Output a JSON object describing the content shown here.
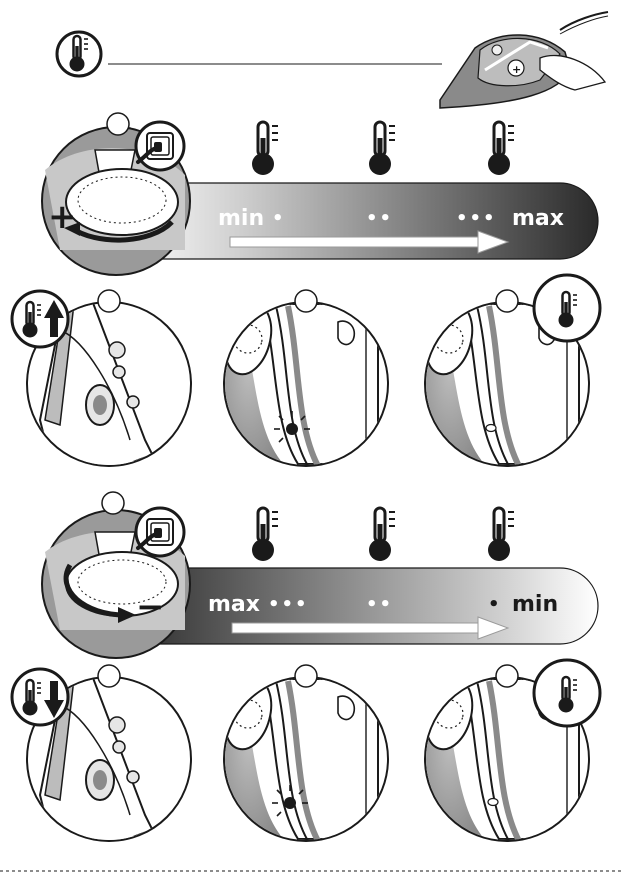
{
  "increase_panel": {
    "label_left": "min",
    "label_right": "max",
    "levels": [
      "•",
      "••",
      "•••"
    ],
    "dial_symbol": "+",
    "gradient": [
      "#ffffff",
      "#2f2f2f"
    ]
  },
  "decrease_panel": {
    "label_left": "max",
    "label_right": "min",
    "levels": [
      "•••",
      "••",
      "•"
    ],
    "dial_symbol": "−",
    "gradient": [
      "#2f2f2f",
      "#ffffff"
    ]
  },
  "colors": {
    "ink": "#1a1a1a",
    "mid_grey": "#8a8a8a",
    "light_grey": "#cfcfcf",
    "dark_band": "#2f2f2f",
    "light_indicator": "#f0a020"
  },
  "icons": [
    "thermometer-icon",
    "arrow-up-icon",
    "arrow-down-icon",
    "power-socket-icon",
    "iron-icon",
    "temperature-dial-icon"
  ]
}
